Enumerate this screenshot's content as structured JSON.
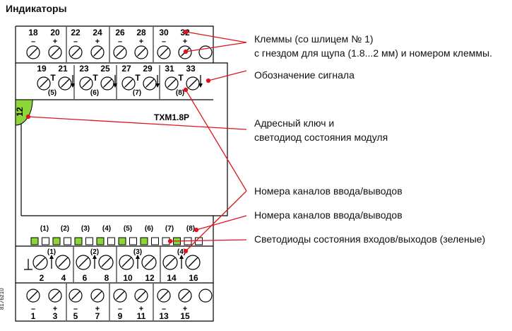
{
  "title": "Индикаторы",
  "device": {
    "model": "TXM1.8P",
    "address_key": "12",
    "side_id": "8176z10"
  },
  "top_terminals": {
    "numbers": [
      "18",
      "20",
      "22",
      "24",
      "26",
      "28",
      "30",
      "32"
    ],
    "polarity": [
      "–",
      "+",
      "–",
      "+",
      "–",
      "+",
      "–",
      "+"
    ]
  },
  "signal_terminals": {
    "numbers": [
      "19",
      "21",
      "23",
      "25",
      "27",
      "29",
      "31",
      "33"
    ],
    "symbols": [
      "T",
      "T",
      "T",
      "T"
    ],
    "channels": [
      "(5)",
      "(6)",
      "(7)",
      "(8)"
    ]
  },
  "led_row": {
    "channels": [
      "(1)",
      "(2)",
      "(3)",
      "(4)",
      "(5)",
      "(6)",
      "(7)",
      "(8)"
    ],
    "green_color": "#8dd63a",
    "led_states": [
      1,
      0,
      1,
      0,
      1,
      0,
      1,
      0,
      1,
      0,
      1,
      0,
      0,
      1,
      0,
      0
    ]
  },
  "lower_signal_terminals": {
    "channels": [
      "(1)",
      "(2)",
      "(3)",
      "(4)"
    ],
    "numbers": [
      "2",
      "4",
      "6",
      "8",
      "10",
      "12",
      "14",
      "16"
    ]
  },
  "bottom_terminals": {
    "numbers": [
      "1",
      "3",
      "5",
      "7",
      "9",
      "11",
      "13",
      "15"
    ],
    "polarity": [
      "–",
      "+",
      "–",
      "+",
      "–",
      "+",
      "–",
      "+"
    ]
  },
  "callouts": {
    "terminals_line1": "Клеммы (со шлицем № 1)",
    "terminals_line2": "с гнездом для щупа (1.8...2 мм) и номером клеммы.",
    "signal_designation": "Обозначение сигнала",
    "address_line1": "Адресный ключ и",
    "address_line2": "светодиод состояния модуля",
    "io_channels_1": "Номера каналов ввода/выводов",
    "io_channels_2": "Номера каналов ввода/выводов",
    "io_leds": "Светодиоды состояния входов/выходов (зеленые)"
  },
  "colors": {
    "callout_line": "#e0141e",
    "key_green": "#8dd63a",
    "outline": "#000000"
  }
}
